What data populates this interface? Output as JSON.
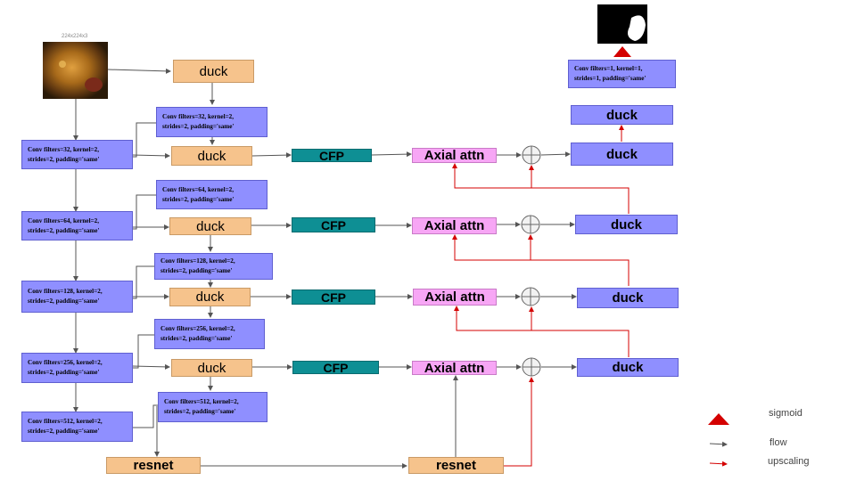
{
  "input": {
    "size_label": "224x224x3"
  },
  "encoder": [
    {
      "line1": "Conv filters=32, kernel=2,",
      "line2": "strides=2, padding='same'"
    },
    {
      "line1": "Conv filters=64, kernel=2,",
      "line2": "strides=2, padding='same'"
    },
    {
      "line1": "Conv filters=128, kernel=2,",
      "line2": "strides=2, padding='same'"
    },
    {
      "line1": "Conv filters=256, kernel=2,",
      "line2": "strides=2, padding='same'"
    },
    {
      "line1": "Conv filters=512, kernel=2,",
      "line2": "strides=2, padding='same'"
    }
  ],
  "side_conv": [
    {
      "line1": "Conv filters=32, kernel=2,",
      "line2": "strides=2, padding='same'"
    },
    {
      "line1": "Conv filters=64, kernel=2,",
      "line2": "strides=2, padding='same'"
    },
    {
      "line1": "Conv filters=128, kernel=2,",
      "line2": "strides=2, padding='same'"
    },
    {
      "line1": "Conv filters=256, kernel=2,",
      "line2": "strides=2, padding='same'"
    },
    {
      "line1": "Conv filters=512, kernel=2,",
      "line2": "strides=2, padding='same'"
    }
  ],
  "final_conv": {
    "line1": "Conv filters=1, kernel=1,",
    "line2": "strides=1, padding='same'"
  },
  "labels": {
    "duck": "duck",
    "cfp": "CFP",
    "axial": "Axial attn",
    "resnet": "resnet"
  },
  "legend": {
    "sigmoid": "sigmoid",
    "flow": "flow",
    "upscaling": "upscaling"
  },
  "colors": {
    "flow": "#555555",
    "upscaling": "#d40000",
    "sigmoid": "#d40000"
  }
}
